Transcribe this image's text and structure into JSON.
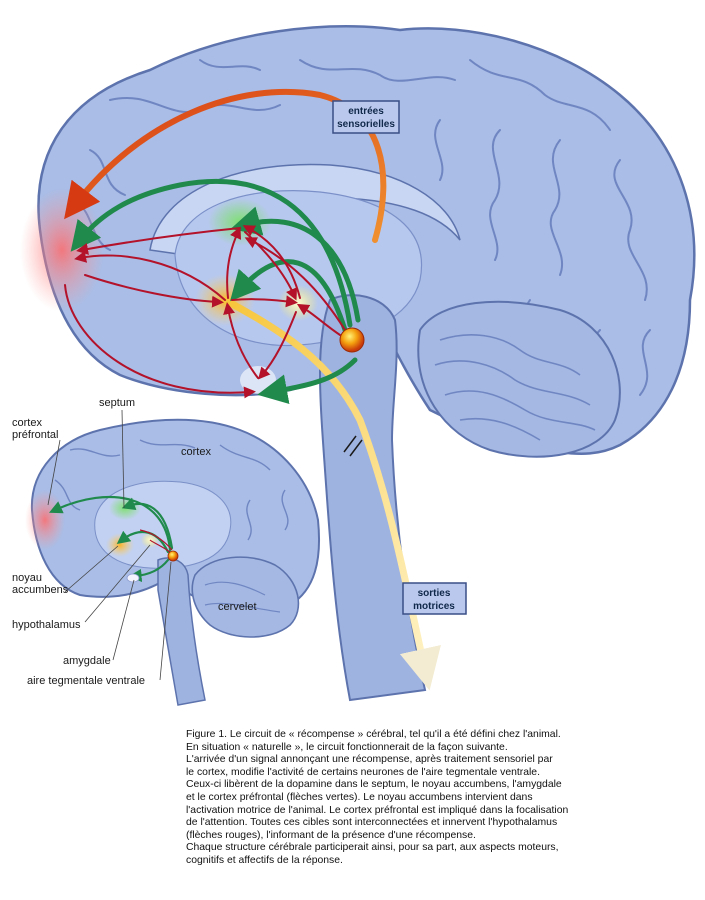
{
  "labels": {
    "entrees": [
      "entrées",
      "sensorielles"
    ],
    "sorties": [
      "sorties",
      "motrices"
    ],
    "septum": "septum",
    "cortex_prefrontal": [
      "cortex",
      "préfrontal"
    ],
    "cortex": "cortex",
    "noyau_accumbens": [
      "noyau",
      "accumbens"
    ],
    "hypothalamus": "hypothalamus",
    "cervelet": "cervelet",
    "amygdale": "amygdale",
    "aire_tegmentale": "aire tegmentale ventrale"
  },
  "caption": [
    "Figure 1. Le circuit de « récompense » cérébral, tel qu'il a été défini chez l'animal.",
    " En situation « naturelle », le circuit fonctionnerait de la façon suivante.",
    " L'arrivée d'un signal annonçant une récompense, après traitement sensoriel par",
    "le cortex, modifie l'activité de certains neurones de l'aire tegmentale ventrale.",
    "Ceux-ci libèrent de la dopamine dans le septum, le noyau accumbens, l'amygdale",
    "et le cortex préfrontal (flèches vertes). Le noyau accumbens intervient dans",
    "l'activation motrice de l'animal. Le cortex préfrontal est impliqué dans la focalisation",
    "de l'attention. Toutes ces cibles sont interconnectées et innervent l'hypothalamus",
    "(flèches rouges), l'informant de la présence d'une récompense.",
    "Chaque structure cérébrale participerait ainsi, pour sa part, aux aspects moteurs,",
    "cognitifs et affectifs de la réponse."
  ],
  "colors": {
    "brain": "#a9bde6",
    "brain_dark": "#6f86c2",
    "green": "#1f8a4c",
    "red": "#b3122a",
    "orange": "#e2621c",
    "yellow": "#f2c21a",
    "box": "#b9c8ec"
  }
}
